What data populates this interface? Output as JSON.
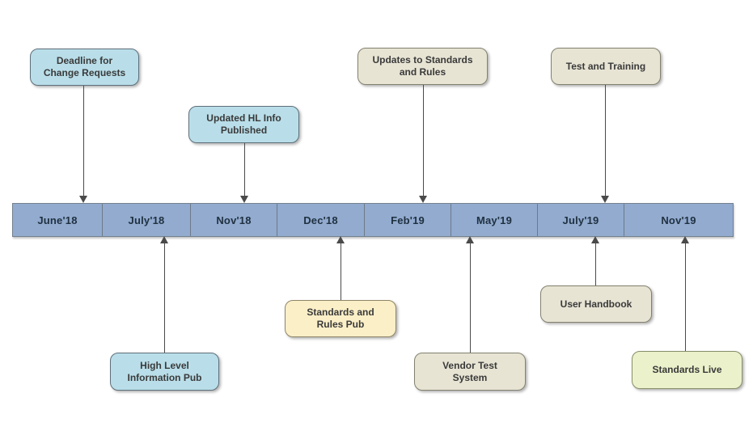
{
  "timeline": {
    "months": [
      "June'18",
      "July'18",
      "Nov'18",
      "Dec'18",
      "Feb'19",
      "May'19",
      "July'19",
      "Nov'19"
    ],
    "bar_fill": "#92ABCF",
    "bar_border": "#75808E",
    "bar_text_color": "#1F3040"
  },
  "palette": {
    "blue_fill": "#B9DEE9",
    "blue_border": "#5F707B",
    "beige_fill": "#E7E4D4",
    "beige_border": "#83816F",
    "yellow_fill": "#FBEFC7",
    "yellow_border": "#8F8668",
    "green_fill": "#EBF1CA",
    "green_border": "#87906A",
    "arrow_color": "#4A4A4A"
  },
  "events": [
    {
      "id": "deadline-change-requests",
      "label": "Deadline for\nChange Requests",
      "side": "above",
      "month": "June'18",
      "fill": "#B9DEE9",
      "border": "#5F707B"
    },
    {
      "id": "updated-hl-info-published",
      "label": "Updated HL Info\nPublished",
      "side": "above",
      "month": "Nov'18",
      "fill": "#B9DEE9",
      "border": "#5F707B"
    },
    {
      "id": "updates-to-standards-and-rules",
      "label": "Updates to Standards\nand Rules",
      "side": "above",
      "month": "Feb'19",
      "fill": "#E7E4D4",
      "border": "#83816F"
    },
    {
      "id": "test-and-training",
      "label": "Test and Training",
      "side": "above",
      "month": "July'19",
      "fill": "#E7E4D4",
      "border": "#83816F"
    },
    {
      "id": "high-level-information-pub",
      "label": "High Level\nInformation Pub",
      "side": "below",
      "month": "July'18",
      "fill": "#B9DEE9",
      "border": "#5F707B"
    },
    {
      "id": "standards-and-rules-pub",
      "label": "Standards and\nRules Pub",
      "side": "below",
      "month": "Dec'18",
      "fill": "#FBEFC7",
      "border": "#8F8668"
    },
    {
      "id": "vendor-test-system",
      "label": "Vendor Test\nSystem",
      "side": "below",
      "month": "May'19",
      "fill": "#E7E4D4",
      "border": "#83816F"
    },
    {
      "id": "user-handbook",
      "label": "User Handbook",
      "side": "below",
      "month": "July'19",
      "fill": "#E7E4D4",
      "border": "#83816F"
    },
    {
      "id": "standards-live",
      "label": "Standards Live",
      "side": "below",
      "month": "Nov'19",
      "fill": "#EBF1CA",
      "border": "#87906A"
    }
  ]
}
